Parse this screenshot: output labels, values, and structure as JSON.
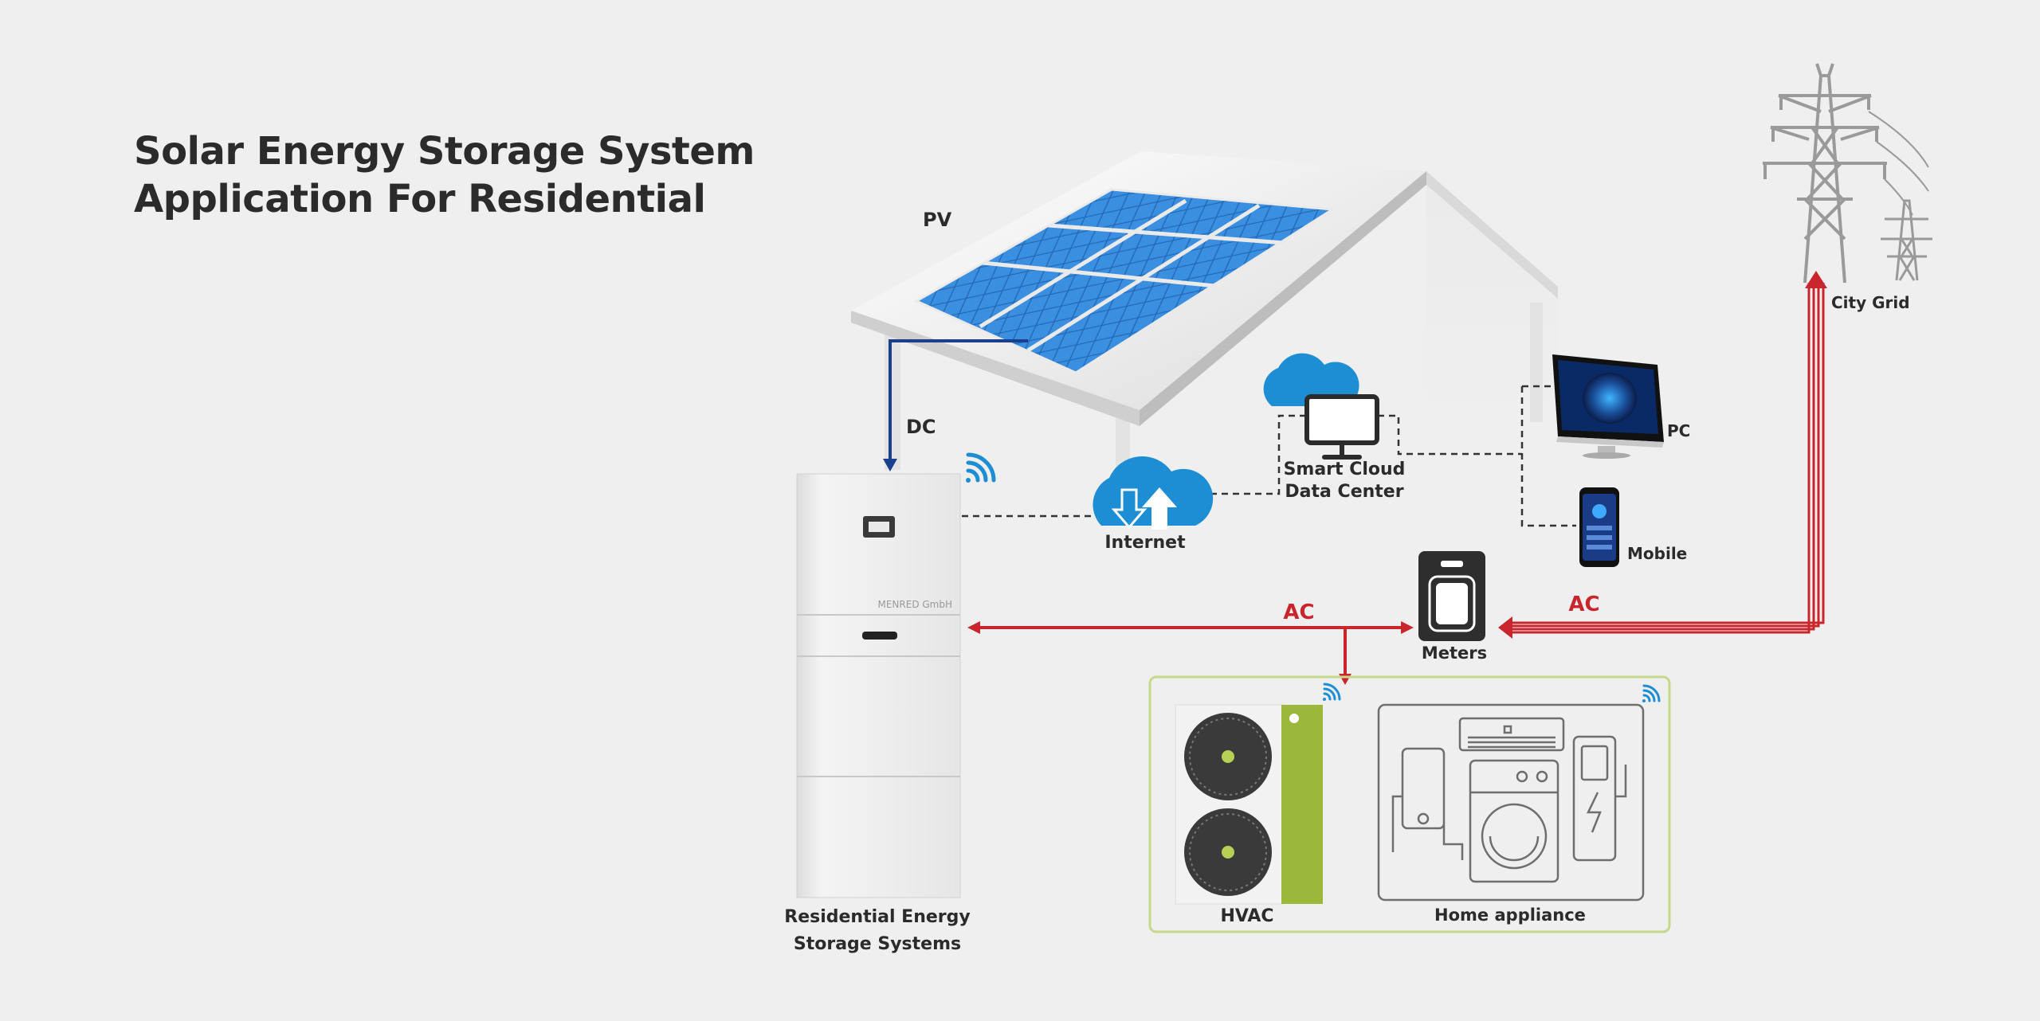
{
  "title": {
    "line1": "Solar Energy Storage System",
    "line2": "Application For Residential"
  },
  "labels": {
    "pv": "PV",
    "dc": "DC",
    "internet": "Internet",
    "cloud_line1": "Smart Cloud",
    "cloud_line2": "Data Center",
    "pc": "PC",
    "mobile": "Mobile",
    "city_grid": "City Grid",
    "meters": "Meters",
    "ac_left": "AC",
    "ac_right": "AC",
    "ess_line1": "Residential Energy",
    "ess_line2": "Storage Systems",
    "hvac": "HVAC",
    "home_appliance": "Home appliance",
    "brand": "MENRED GmbH"
  },
  "colors": {
    "background": "#efefef",
    "ac_line": "#c9252c",
    "dc_line": "#1b3f8f",
    "cloud_blue": "#1e8ed4",
    "panel_blue": "#2f7fd0",
    "hvac_green": "#9cb83a",
    "zone_border": "#c5d98a"
  }
}
